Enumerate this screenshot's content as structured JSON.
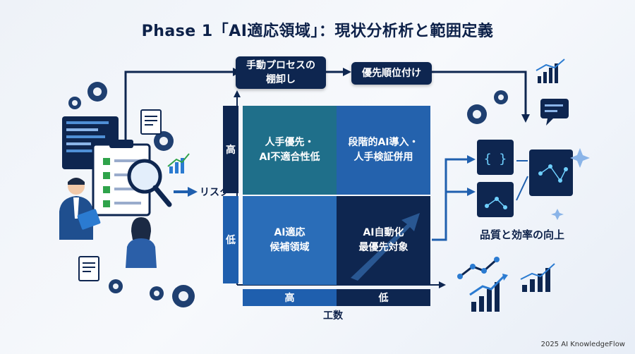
{
  "title": "Phase 1「AI適応領域」：現状分析析と範囲定義",
  "flow": {
    "step1": "手動プロセスの\n棚卸し",
    "step2": "優先順位付け"
  },
  "matrix": {
    "y_axis_label": "リスク",
    "y_high": "高",
    "y_low": "低",
    "x_axis_label": "工数",
    "x_high": "高",
    "x_low": "低",
    "cells": {
      "top_left": "人手優先・\nAI不適合性低",
      "top_right": "段階的AI導入・\n人手検証併用",
      "bottom_left": "AI適応\n候補領域",
      "bottom_right": "AI自動化\n最優先対象"
    }
  },
  "outcome": "品質と効率の向上",
  "footer": "2025 AI KnowledgeFlow",
  "colors": {
    "navy": "#0e2650",
    "blue_mid": "#1f5fae",
    "blue_light": "#2a6db8",
    "teal": "#1f6f8a"
  }
}
